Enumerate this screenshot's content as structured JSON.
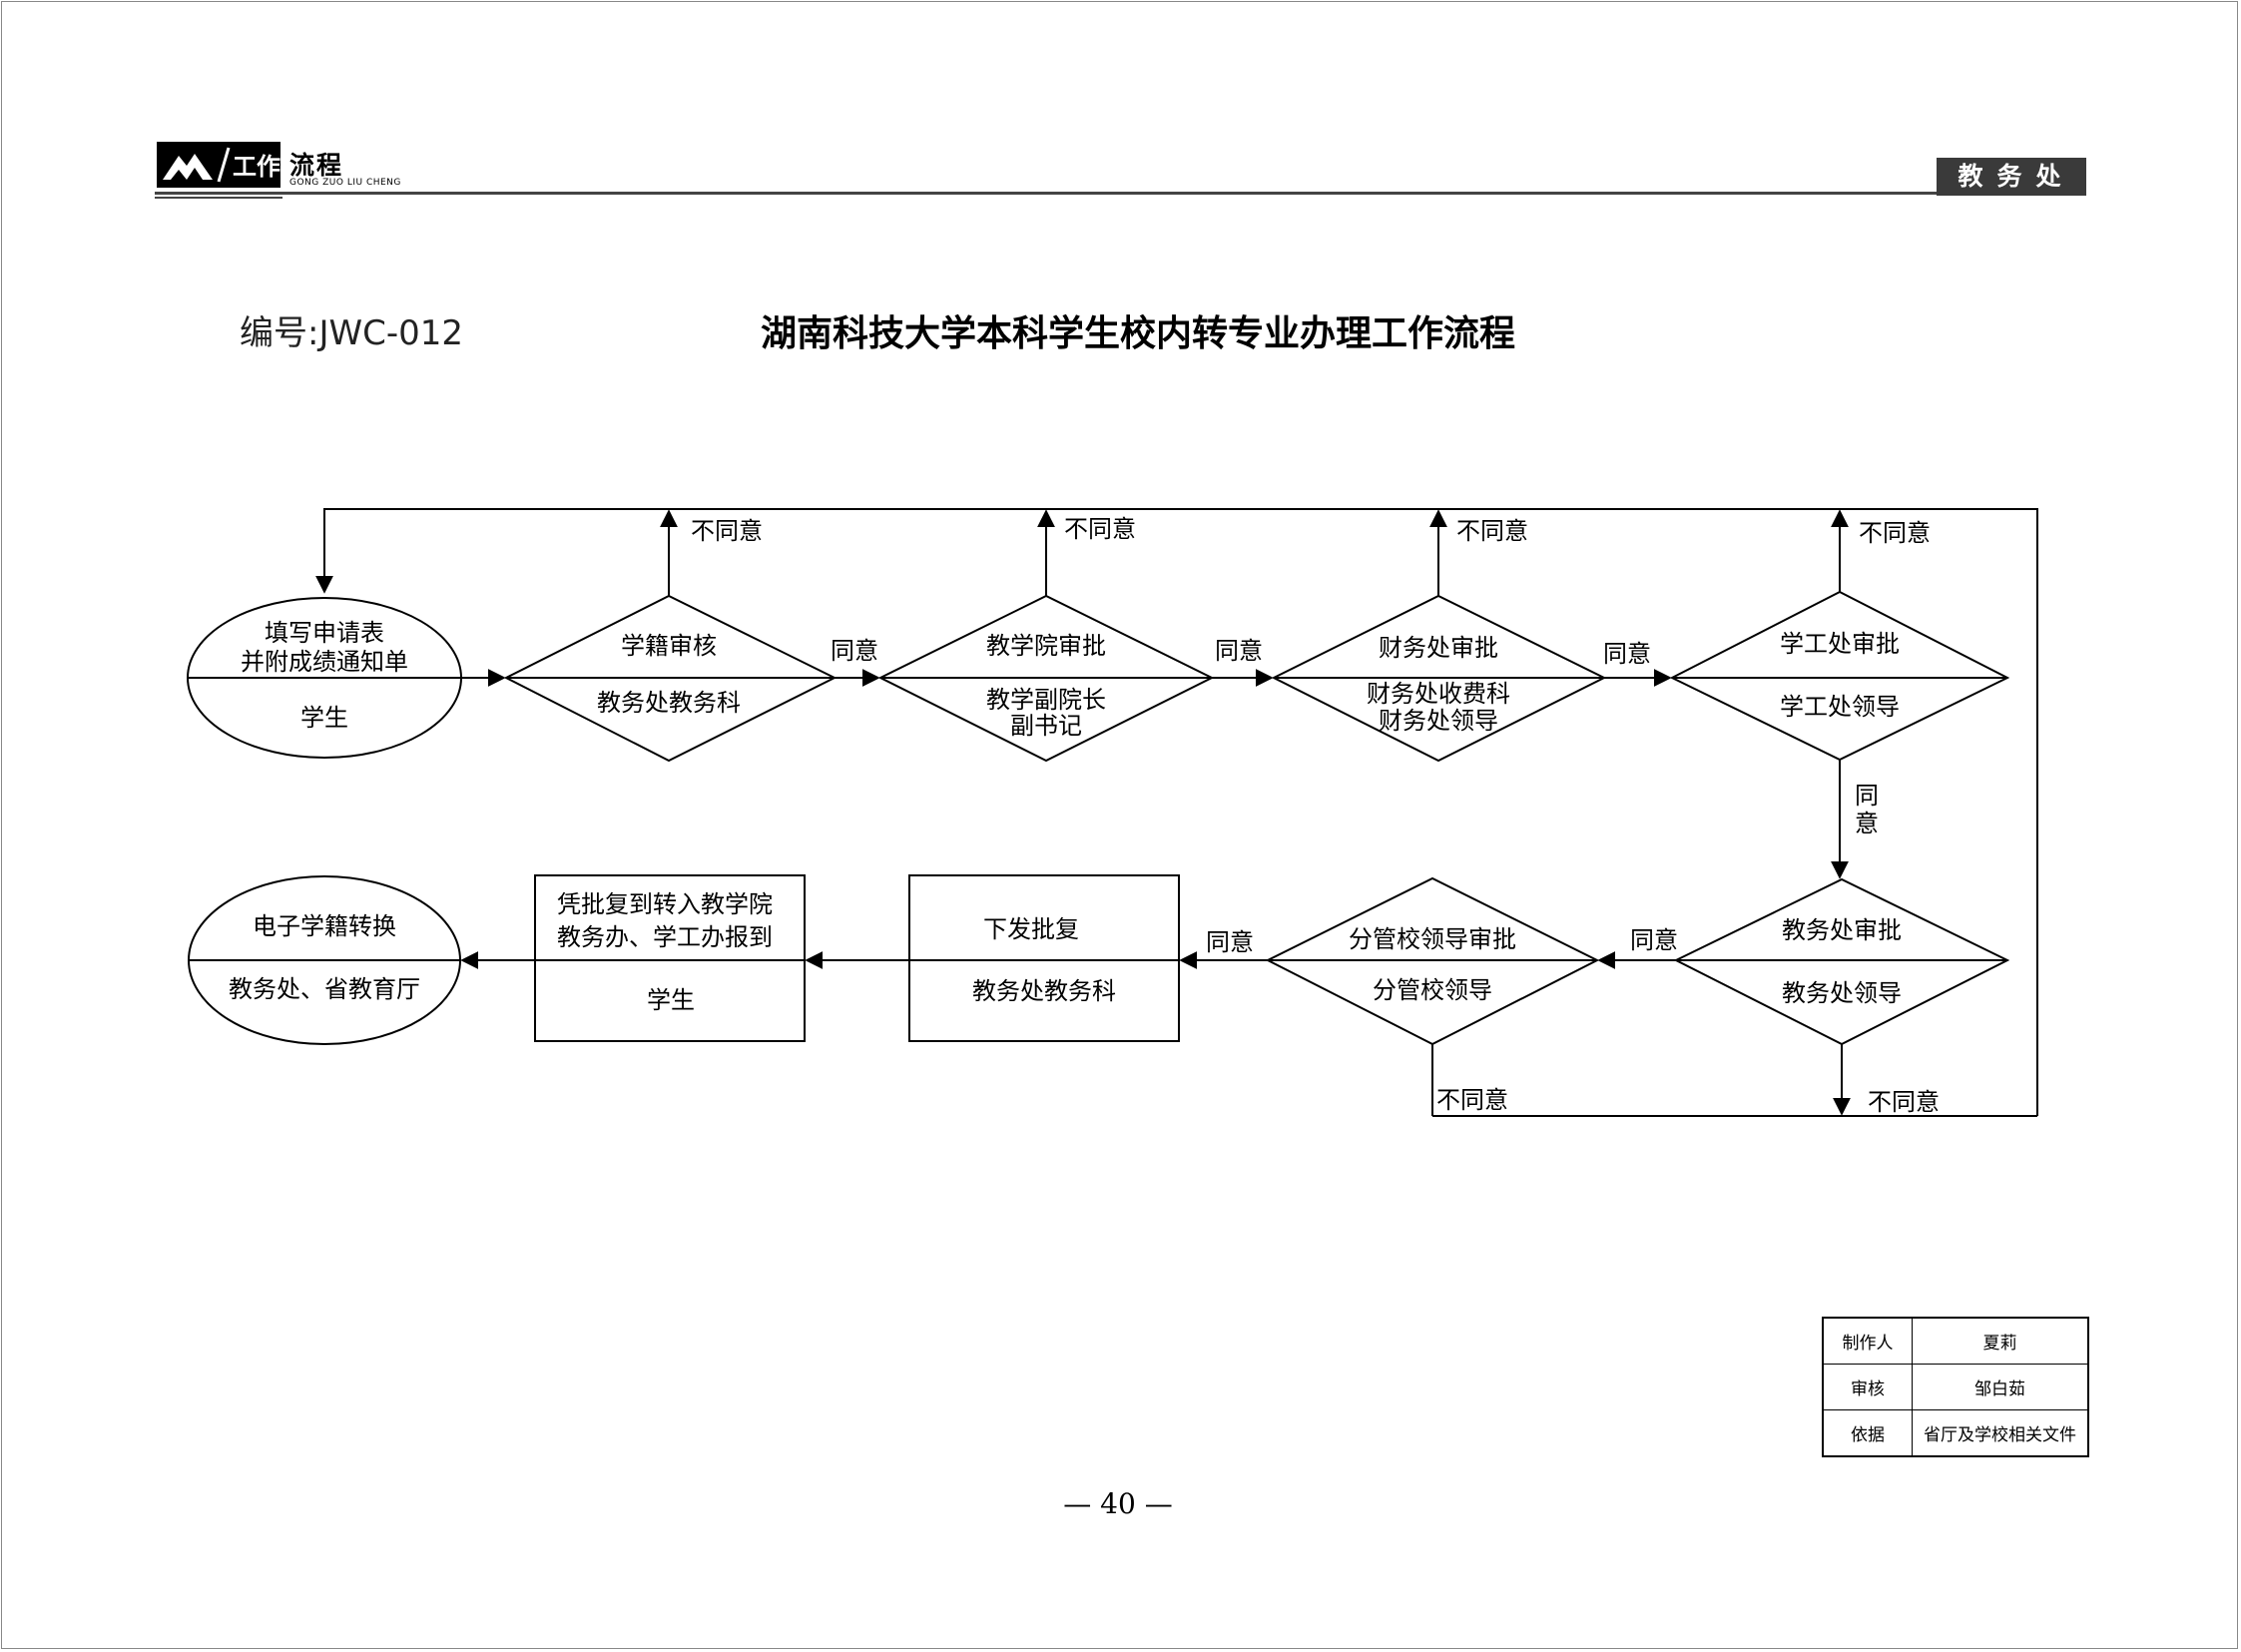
{
  "header": {
    "logo_text": "工作",
    "title": "流程",
    "subtitle": "GONG ZUO LIU CHENG",
    "department": "教务处"
  },
  "doc_number": "编号:JWC-012",
  "doc_title": "湖南科技大学本科学生校内转专业办理工作流程",
  "flow": {
    "start": {
      "top": "填写申请表",
      "top2": "并附成绩通知单",
      "bottom": "学生"
    },
    "step1": {
      "top": "学籍审核",
      "bottom": "教务处教务科"
    },
    "step2": {
      "top": "教学院审批",
      "bottom": "教学副院长",
      "bottom2": "副书记"
    },
    "step3": {
      "top": "财务处审批",
      "bottom": "财务处收费科",
      "bottom2": "财务处领导"
    },
    "step4": {
      "top": "学工处审批",
      "bottom": "学工处领导"
    },
    "step5": {
      "top": "教务处审批",
      "bottom": "教务处领导"
    },
    "step6": {
      "top": "分管校领导审批",
      "bottom": "分管校领导"
    },
    "step7": {
      "top": "下发批复",
      "bottom": "教务处教务科"
    },
    "step8": {
      "top": "凭批复到转入教学院",
      "top2": "教务办、学工办报到",
      "bottom": "学生"
    },
    "end": {
      "top": "电子学籍转换",
      "bottom": "教务处、省教育厅"
    },
    "agree": "同意",
    "agree_v1": "同",
    "agree_v2": "意",
    "disagree": "不同意"
  },
  "credits": [
    {
      "label": "制作人",
      "value": "夏莉"
    },
    {
      "label": "审核",
      "value": "邹白茹"
    },
    {
      "label": "依据",
      "value": "省厅及学校相关文件"
    }
  ],
  "page_number": "— 40 —"
}
